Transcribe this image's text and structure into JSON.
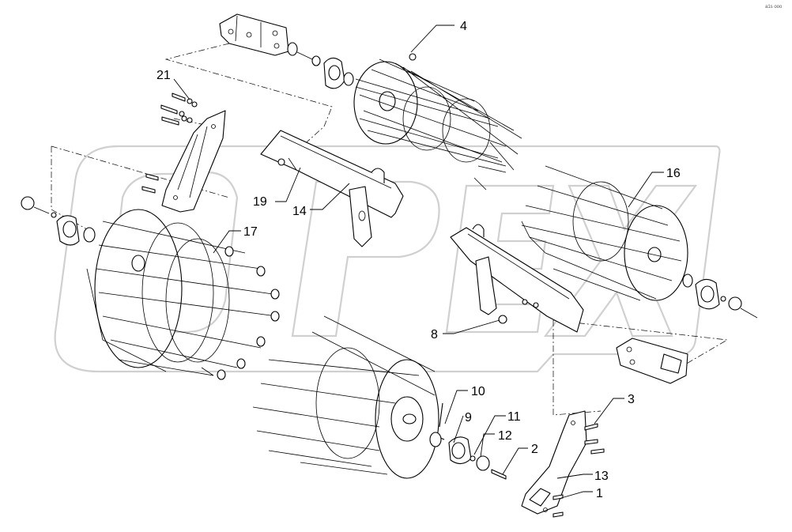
{
  "watermark": {
    "text": "OPEX"
  },
  "reference_mark": "a1s ooo",
  "callouts": [
    {
      "id": "4",
      "label": "4"
    },
    {
      "id": "21",
      "label": "21"
    },
    {
      "id": "19",
      "label": "19"
    },
    {
      "id": "14",
      "label": "14"
    },
    {
      "id": "17",
      "label": "17"
    },
    {
      "id": "16",
      "label": "16"
    },
    {
      "id": "8",
      "label": "8"
    },
    {
      "id": "10",
      "label": "10"
    },
    {
      "id": "9",
      "label": "9"
    },
    {
      "id": "11",
      "label": "11"
    },
    {
      "id": "12",
      "label": "12"
    },
    {
      "id": "2",
      "label": "2"
    },
    {
      "id": "3",
      "label": "3"
    },
    {
      "id": "13",
      "label": "13"
    },
    {
      "id": "1",
      "label": "1"
    }
  ]
}
